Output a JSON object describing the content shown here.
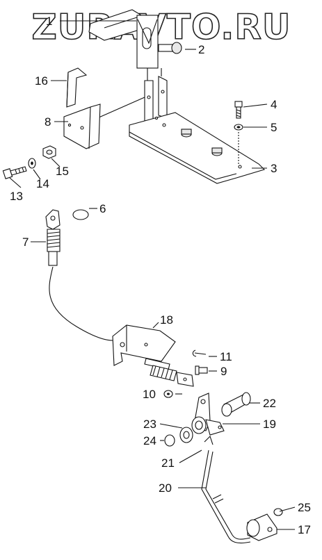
{
  "watermark": "ZURAVTO.RU",
  "labels": {
    "l1": "1",
    "l2": "2",
    "l3": "3",
    "l4": "4",
    "l5": "5",
    "l6": "6",
    "l7": "7",
    "l8": "8",
    "l9": "9",
    "l10": "10",
    "l11": "11",
    "l13": "13",
    "l14": "14",
    "l15": "15",
    "l16": "16",
    "l17": "17",
    "l18": "18",
    "l19": "19",
    "l20": "20",
    "l21": "21",
    "l22": "22",
    "l23": "23",
    "l24": "24",
    "l25": "25"
  }
}
